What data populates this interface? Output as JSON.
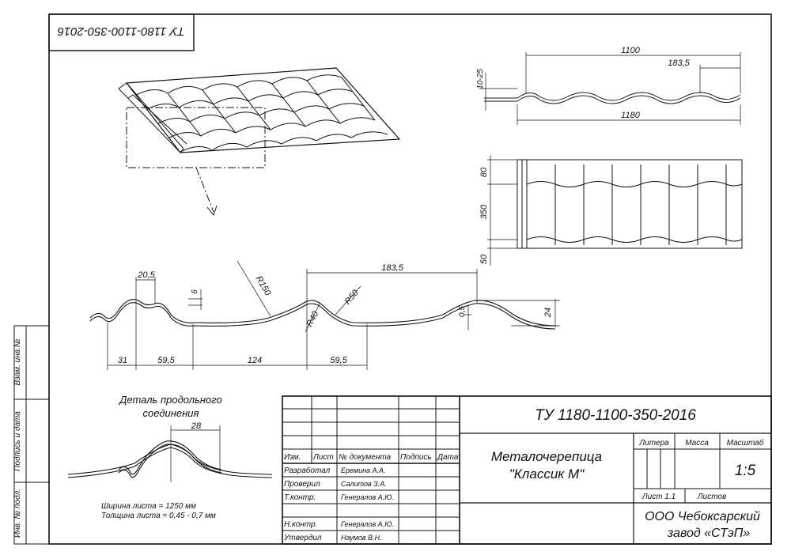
{
  "code_rotated": "ТУ 1180-1100-350-2016",
  "side": {
    "vzam": "Взам. инв.№",
    "podpis": "Подпись и дата",
    "inv": "Инв. № подл."
  },
  "dims": {
    "top_1100": "1100",
    "top_183_5": "183,5",
    "top_1180": "1180",
    "top_10_25": "10-25",
    "side_80": "80",
    "side_350": "350",
    "side_50": "50",
    "p_20_5": "20,5",
    "p_6": "6",
    "p_r150": "R150",
    "p_183_5": "183,5",
    "p_r50": "R50",
    "p_r40": "R40",
    "p_0_5": "0,5",
    "p_24": "24",
    "p_31": "31",
    "p_59_5a": "59,5",
    "p_124": "124",
    "p_59_5b": "59,5",
    "detail_28": "28"
  },
  "detail": {
    "title1": "Деталь продольного",
    "title2": "соединения"
  },
  "notes": {
    "width": "Ширина листа = 1250 мм",
    "thickness": "Толщина листа = 0,45 - 0,7 мм"
  },
  "stamp": {
    "code": "ТУ 1180-1100-350-2016",
    "name1": "Металочерепица",
    "name2": "\"Классик М\"",
    "col_izm": "Изм.",
    "col_list": "Лист",
    "col_doc": "№ документа",
    "col_podp": "Подпись",
    "col_data": "Дата",
    "r_razrab": "Разработал",
    "n_razrab": "Еремина А.А.",
    "r_prov": "Проверил",
    "n_prov": "Салитов З.А.",
    "r_tkontr": "Т.контр.",
    "n_tkontr": "Генералов А.Ю.",
    "r_nkontr": "Н.контр.",
    "n_nkontr": "Генералов А.Ю.",
    "r_utv": "Утвердил",
    "n_utv": "Наумов В.Н.",
    "litera": "Литера",
    "massa": "Масса",
    "masshtab": "Масштаб",
    "scale": "1:5",
    "list_no": "Лист 1.1",
    "listov": "Листов",
    "org1": "ООО Чебоксарский",
    "org2": "завод «СТэП»"
  }
}
